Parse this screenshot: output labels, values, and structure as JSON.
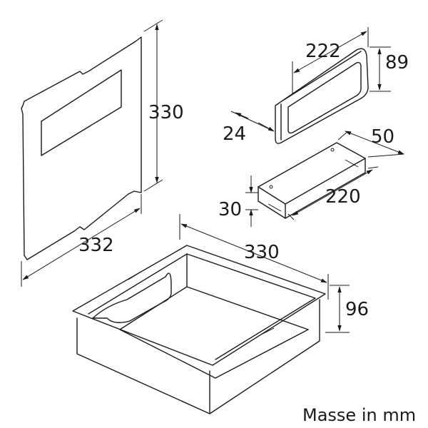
{
  "panel": {
    "height_label": "330",
    "width_label": "332"
  },
  "channel": {
    "width_label": "222",
    "height_label": "89",
    "depth_label": "24"
  },
  "bracket": {
    "depth_label": "50",
    "height_label": "30",
    "length_label": "220"
  },
  "drawer": {
    "width_label": "330",
    "height_label": "96"
  },
  "footer": {
    "units_note": "Masse in mm"
  }
}
